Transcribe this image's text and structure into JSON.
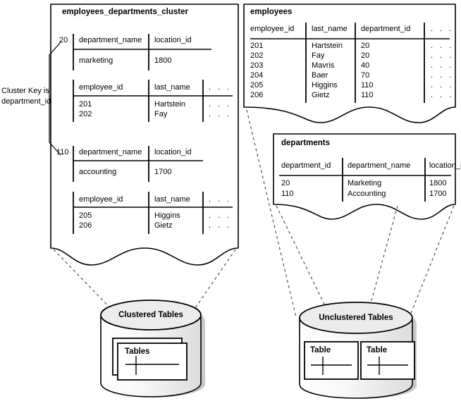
{
  "diagram": {
    "title_cluster_box": "employees_departments_cluster",
    "cluster_key_note_line1": "Cluster Key is",
    "cluster_key_note_line2": "department_id",
    "ellipsis": ". . ."
  },
  "cluster_box": {
    "label": "employees_departments_cluster",
    "groups": [
      {
        "key_value": "20",
        "dept_table": {
          "headers": [
            "department_name",
            "location_id"
          ],
          "rows": [
            [
              "marketing",
              "1800"
            ]
          ]
        },
        "emp_table": {
          "headers": [
            "employee_id",
            "last_name",
            ". . ."
          ],
          "rows": [
            [
              "201",
              "Hartstein",
              ". . ."
            ],
            [
              "202",
              "Fay",
              ". . ."
            ]
          ]
        }
      },
      {
        "key_value": "110",
        "dept_table": {
          "headers": [
            "department_name",
            "location_id"
          ],
          "rows": [
            [
              "accounting",
              "1700"
            ]
          ]
        },
        "emp_table": {
          "headers": [
            "employee_id",
            "last_name",
            ". . ."
          ],
          "rows": [
            [
              "205",
              "Higgins",
              ". . ."
            ],
            [
              "206",
              "Gietz",
              ". . ."
            ]
          ]
        }
      }
    ]
  },
  "employees_box": {
    "label": "employees",
    "headers": [
      "employee_id",
      "last_name",
      "department_id",
      ". . ."
    ],
    "rows": [
      [
        "201",
        "Hartstein",
        "20",
        ". . ."
      ],
      [
        "202",
        "Fay",
        "20",
        ". . ."
      ],
      [
        "203",
        "Mavris",
        "40",
        ". . ."
      ],
      [
        "204",
        "Baer",
        "70",
        ". . ."
      ],
      [
        "205",
        "Higgins",
        "110",
        ". . ."
      ],
      [
        "206",
        "Gietz",
        "110",
        ". . ."
      ]
    ]
  },
  "departments_box": {
    "label": "departments",
    "headers": [
      "department_id",
      "department_name",
      "location_id"
    ],
    "rows": [
      [
        "20",
        "Marketing",
        "1800"
      ],
      [
        "110",
        "Accounting",
        "1700"
      ]
    ]
  },
  "cylinders": [
    {
      "caption": "Clustered Tables",
      "cards": [
        "Tables"
      ]
    },
    {
      "caption": "Unclustered Tables",
      "cards": [
        "Table",
        "Table"
      ]
    }
  ],
  "colors": {
    "stroke": "#000000",
    "cylinder_top": "#ececec",
    "cylinder_body": "#f2f2f2",
    "cylinder_shadow": "#c9c9c9",
    "card_fill": "#ffffff",
    "background": "#ffffff"
  }
}
